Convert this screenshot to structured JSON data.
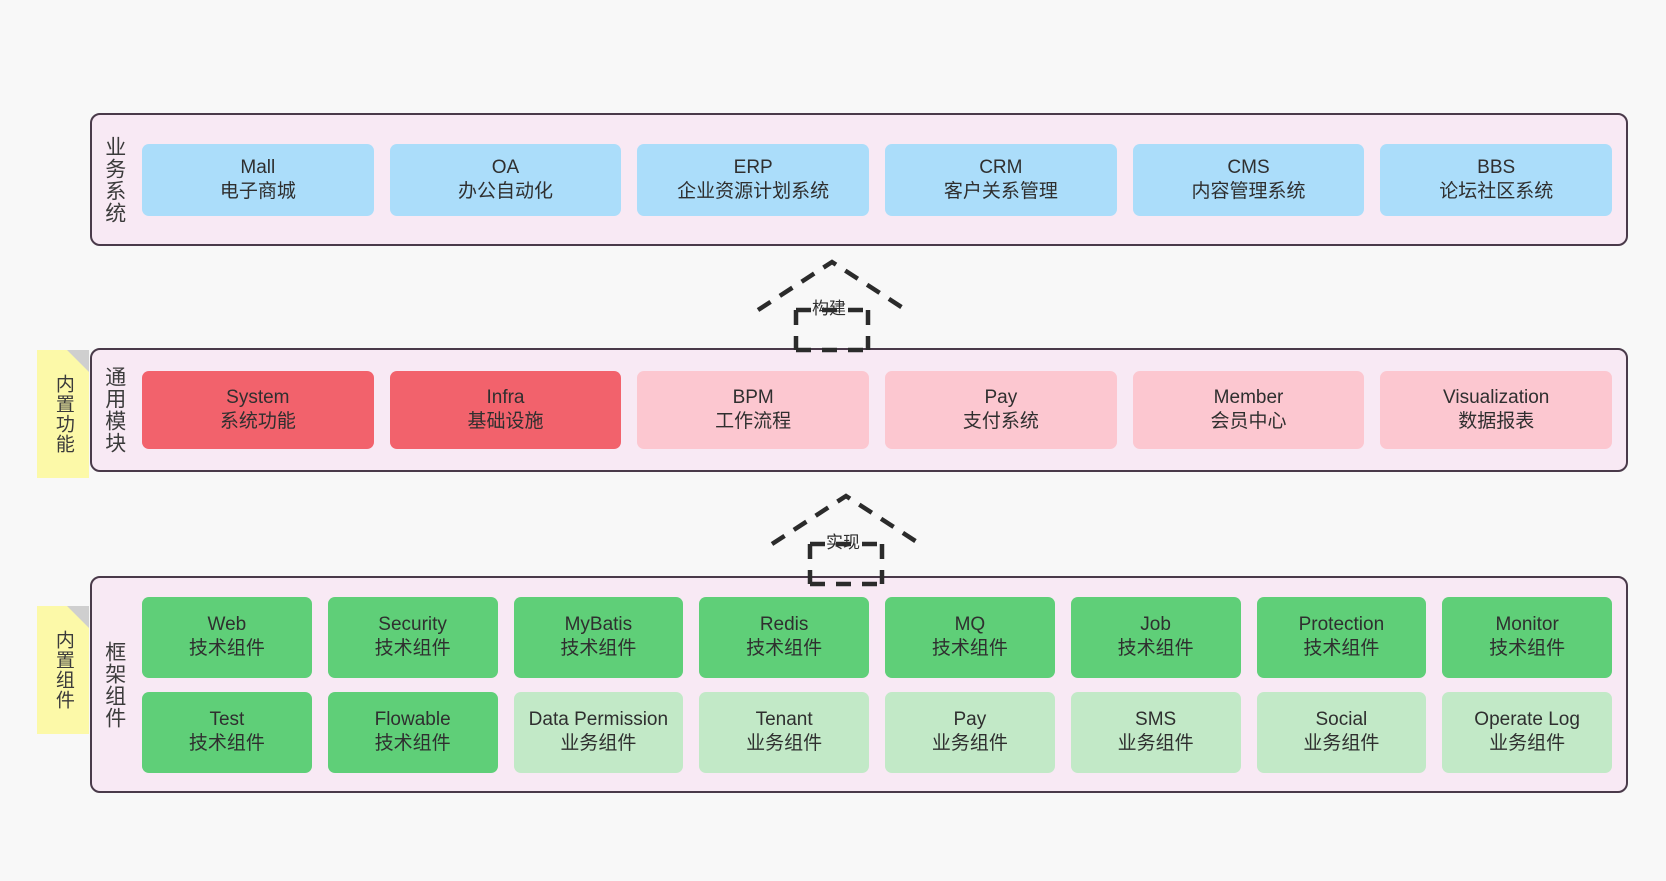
{
  "diagram": {
    "title": "",
    "background_color": "#f8f8f8",
    "container_fill": "#f8e9f4",
    "container_border": "#4a3a4a",
    "note_fill": "#fcf9a8"
  },
  "layers": [
    {
      "id": "business",
      "label": "业务系统",
      "note": null,
      "rows": [
        {
          "cells": [
            {
              "name": "Mall",
              "sub": "电子商城",
              "color": "#abddfa",
              "style": "c-blue"
            },
            {
              "name": "OA",
              "sub": "办公自动化",
              "color": "#abddfa",
              "style": "c-blue"
            },
            {
              "name": "ERP",
              "sub": "企业资源计划系统",
              "color": "#abddfa",
              "style": "c-blue"
            },
            {
              "name": "CRM",
              "sub": "客户关系管理",
              "color": "#abddfa",
              "style": "c-blue"
            },
            {
              "name": "CMS",
              "sub": "内容管理系统",
              "color": "#abddfa",
              "style": "c-blue"
            },
            {
              "name": "BBS",
              "sub": "论坛社区系统",
              "color": "#abddfa",
              "style": "c-blue"
            }
          ]
        }
      ]
    },
    {
      "id": "common",
      "label": "通用模块",
      "note": "内置功能",
      "rows": [
        {
          "cells": [
            {
              "name": "System",
              "sub": "系统功能",
              "color": "#f2626c",
              "style": "c-red"
            },
            {
              "name": "Infra",
              "sub": "基础设施",
              "color": "#f2626c",
              "style": "c-red"
            },
            {
              "name": "BPM",
              "sub": "工作流程",
              "color": "#fcc7d0",
              "style": "c-pink"
            },
            {
              "name": "Pay",
              "sub": "支付系统",
              "color": "#fcc7d0",
              "style": "c-pink"
            },
            {
              "name": "Member",
              "sub": "会员中心",
              "color": "#fcc7d0",
              "style": "c-pink"
            },
            {
              "name": "Visualization",
              "sub": "数据报表",
              "color": "#fcc7d0",
              "style": "c-pink"
            }
          ]
        }
      ]
    },
    {
      "id": "framework",
      "label": "框架组件",
      "note": "内置组件",
      "rows": [
        {
          "cells": [
            {
              "name": "Web",
              "sub": "技术组件",
              "color": "#5fcf78",
              "style": "c-green"
            },
            {
              "name": "Security",
              "sub": "技术组件",
              "color": "#5fcf78",
              "style": "c-green"
            },
            {
              "name": "MyBatis",
              "sub": "技术组件",
              "color": "#5fcf78",
              "style": "c-green"
            },
            {
              "name": "Redis",
              "sub": "技术组件",
              "color": "#5fcf78",
              "style": "c-green"
            },
            {
              "name": "MQ",
              "sub": "技术组件",
              "color": "#5fcf78",
              "style": "c-green"
            },
            {
              "name": "Job",
              "sub": "技术组件",
              "color": "#5fcf78",
              "style": "c-green"
            },
            {
              "name": "Protection",
              "sub": "技术组件",
              "color": "#5fcf78",
              "style": "c-green"
            },
            {
              "name": "Monitor",
              "sub": "技术组件",
              "color": "#5fcf78",
              "style": "c-green"
            }
          ]
        },
        {
          "cells": [
            {
              "name": "Test",
              "sub": "技术组件",
              "color": "#5fcf78",
              "style": "c-green"
            },
            {
              "name": "Flowable",
              "sub": "技术组件",
              "color": "#5fcf78",
              "style": "c-green"
            },
            {
              "name": "Data Permission",
              "sub": "业务组件",
              "color": "#c2e9c7",
              "style": "c-greenlight"
            },
            {
              "name": "Tenant",
              "sub": "业务组件",
              "color": "#c2e9c7",
              "style": "c-greenlight"
            },
            {
              "name": "Pay",
              "sub": "业务组件",
              "color": "#c2e9c7",
              "style": "c-greenlight"
            },
            {
              "name": "SMS",
              "sub": "业务组件",
              "color": "#c2e9c7",
              "style": "c-greenlight"
            },
            {
              "name": "Social",
              "sub": "业务组件",
              "color": "#c2e9c7",
              "style": "c-greenlight"
            },
            {
              "name": "Operate Log",
              "sub": "业务组件",
              "color": "#c2e9c7",
              "style": "c-greenlight"
            }
          ]
        }
      ]
    }
  ],
  "arrows": [
    {
      "id": "build",
      "label": "构建",
      "from": "common",
      "to": "business",
      "style": "dashed-generalization"
    },
    {
      "id": "impl",
      "label": "实现",
      "from": "framework",
      "to": "common",
      "style": "dashed-generalization"
    }
  ]
}
